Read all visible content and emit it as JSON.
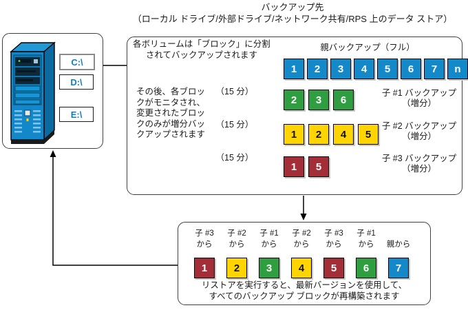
{
  "title": {
    "line1": "バックアップ先",
    "line2": "（ローカル ドライブ/外部ドライブ/ネットワーク共有/RPS 上のデータ ストア）"
  },
  "colors": {
    "blue": "#1389ca",
    "green": "#2f9e41",
    "yellow": "#ffd403",
    "red": "#a32e38",
    "drive_text": "#0e7fc1"
  },
  "source": {
    "drives": [
      {
        "label": "C:\\",
        "selected": true
      },
      {
        "label": "D:\\",
        "selected": false
      },
      {
        "label": "E:\\",
        "selected": false
      }
    ]
  },
  "backup_box": {
    "split_note": [
      "各ボリュームは「ブロック」に分割",
      "されてバックアップされます"
    ],
    "monitor_note": [
      "その後、各ブロッ",
      "クがモニタされ、",
      "変更されたブロッ",
      "クのみが増分バッ",
      "クアップされます"
    ],
    "interval_label": "（15 分）",
    "rows": [
      {
        "title": "親バックアップ（フル）",
        "blocks": [
          {
            "label": "1",
            "color": "blue"
          },
          {
            "label": "2",
            "color": "blue"
          },
          {
            "label": "3",
            "color": "blue"
          },
          {
            "label": "4",
            "color": "blue"
          },
          {
            "label": "5",
            "color": "blue"
          },
          {
            "label": "6",
            "color": "blue"
          },
          {
            "label": "7",
            "color": "blue"
          },
          {
            "label": "n",
            "color": "blue"
          }
        ]
      },
      {
        "label_line1": "子 #1 バックアップ",
        "label_line2": "（増分）",
        "blocks": [
          {
            "label": "2",
            "color": "green"
          },
          {
            "label": "3",
            "color": "green"
          },
          {
            "label": "6",
            "color": "green"
          }
        ]
      },
      {
        "label_line1": "子 #2 バックアップ",
        "label_line2": "（増分）",
        "blocks": [
          {
            "label": "1",
            "color": "yellow"
          },
          {
            "label": "2",
            "color": "yellow"
          },
          {
            "label": "4",
            "color": "yellow"
          },
          {
            "label": "5",
            "color": "yellow"
          }
        ]
      },
      {
        "label_line1": "子 #3 バックアップ",
        "label_line2": "（増分）",
        "blocks": [
          {
            "label": "1",
            "color": "red"
          },
          {
            "label": "5",
            "color": "red"
          }
        ]
      }
    ]
  },
  "restore_box": {
    "columns": [
      {
        "from_line1": "子 #3",
        "from_line2": "から",
        "label": "1",
        "color": "red"
      },
      {
        "from_line1": "子 #2",
        "from_line2": "から",
        "label": "2",
        "color": "yellow"
      },
      {
        "from_line1": "子 #1",
        "from_line2": "から",
        "label": "3",
        "color": "green"
      },
      {
        "from_line1": "子 #2",
        "from_line2": "から",
        "label": "4",
        "color": "yellow"
      },
      {
        "from_line1": "子 #3",
        "from_line2": "から",
        "label": "5",
        "color": "red"
      },
      {
        "from_line1": "子 #1",
        "from_line2": "から",
        "label": "6",
        "color": "green"
      },
      {
        "from_line1": "",
        "from_line2": "親から",
        "label": "7",
        "color": "blue"
      }
    ],
    "note": [
      "リストアを実行すると、最新バージョンを使用して、",
      "すべてのバックアップ ブロックが再構築されます"
    ]
  }
}
